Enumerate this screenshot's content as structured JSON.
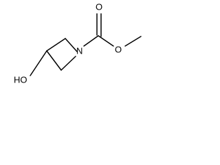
{
  "structure": {
    "atoms": {
      "ring_nitrogen": "N",
      "carbonyl_oxygen": "O",
      "ester_oxygen": "O",
      "hydroxyl": "HO"
    }
  }
}
